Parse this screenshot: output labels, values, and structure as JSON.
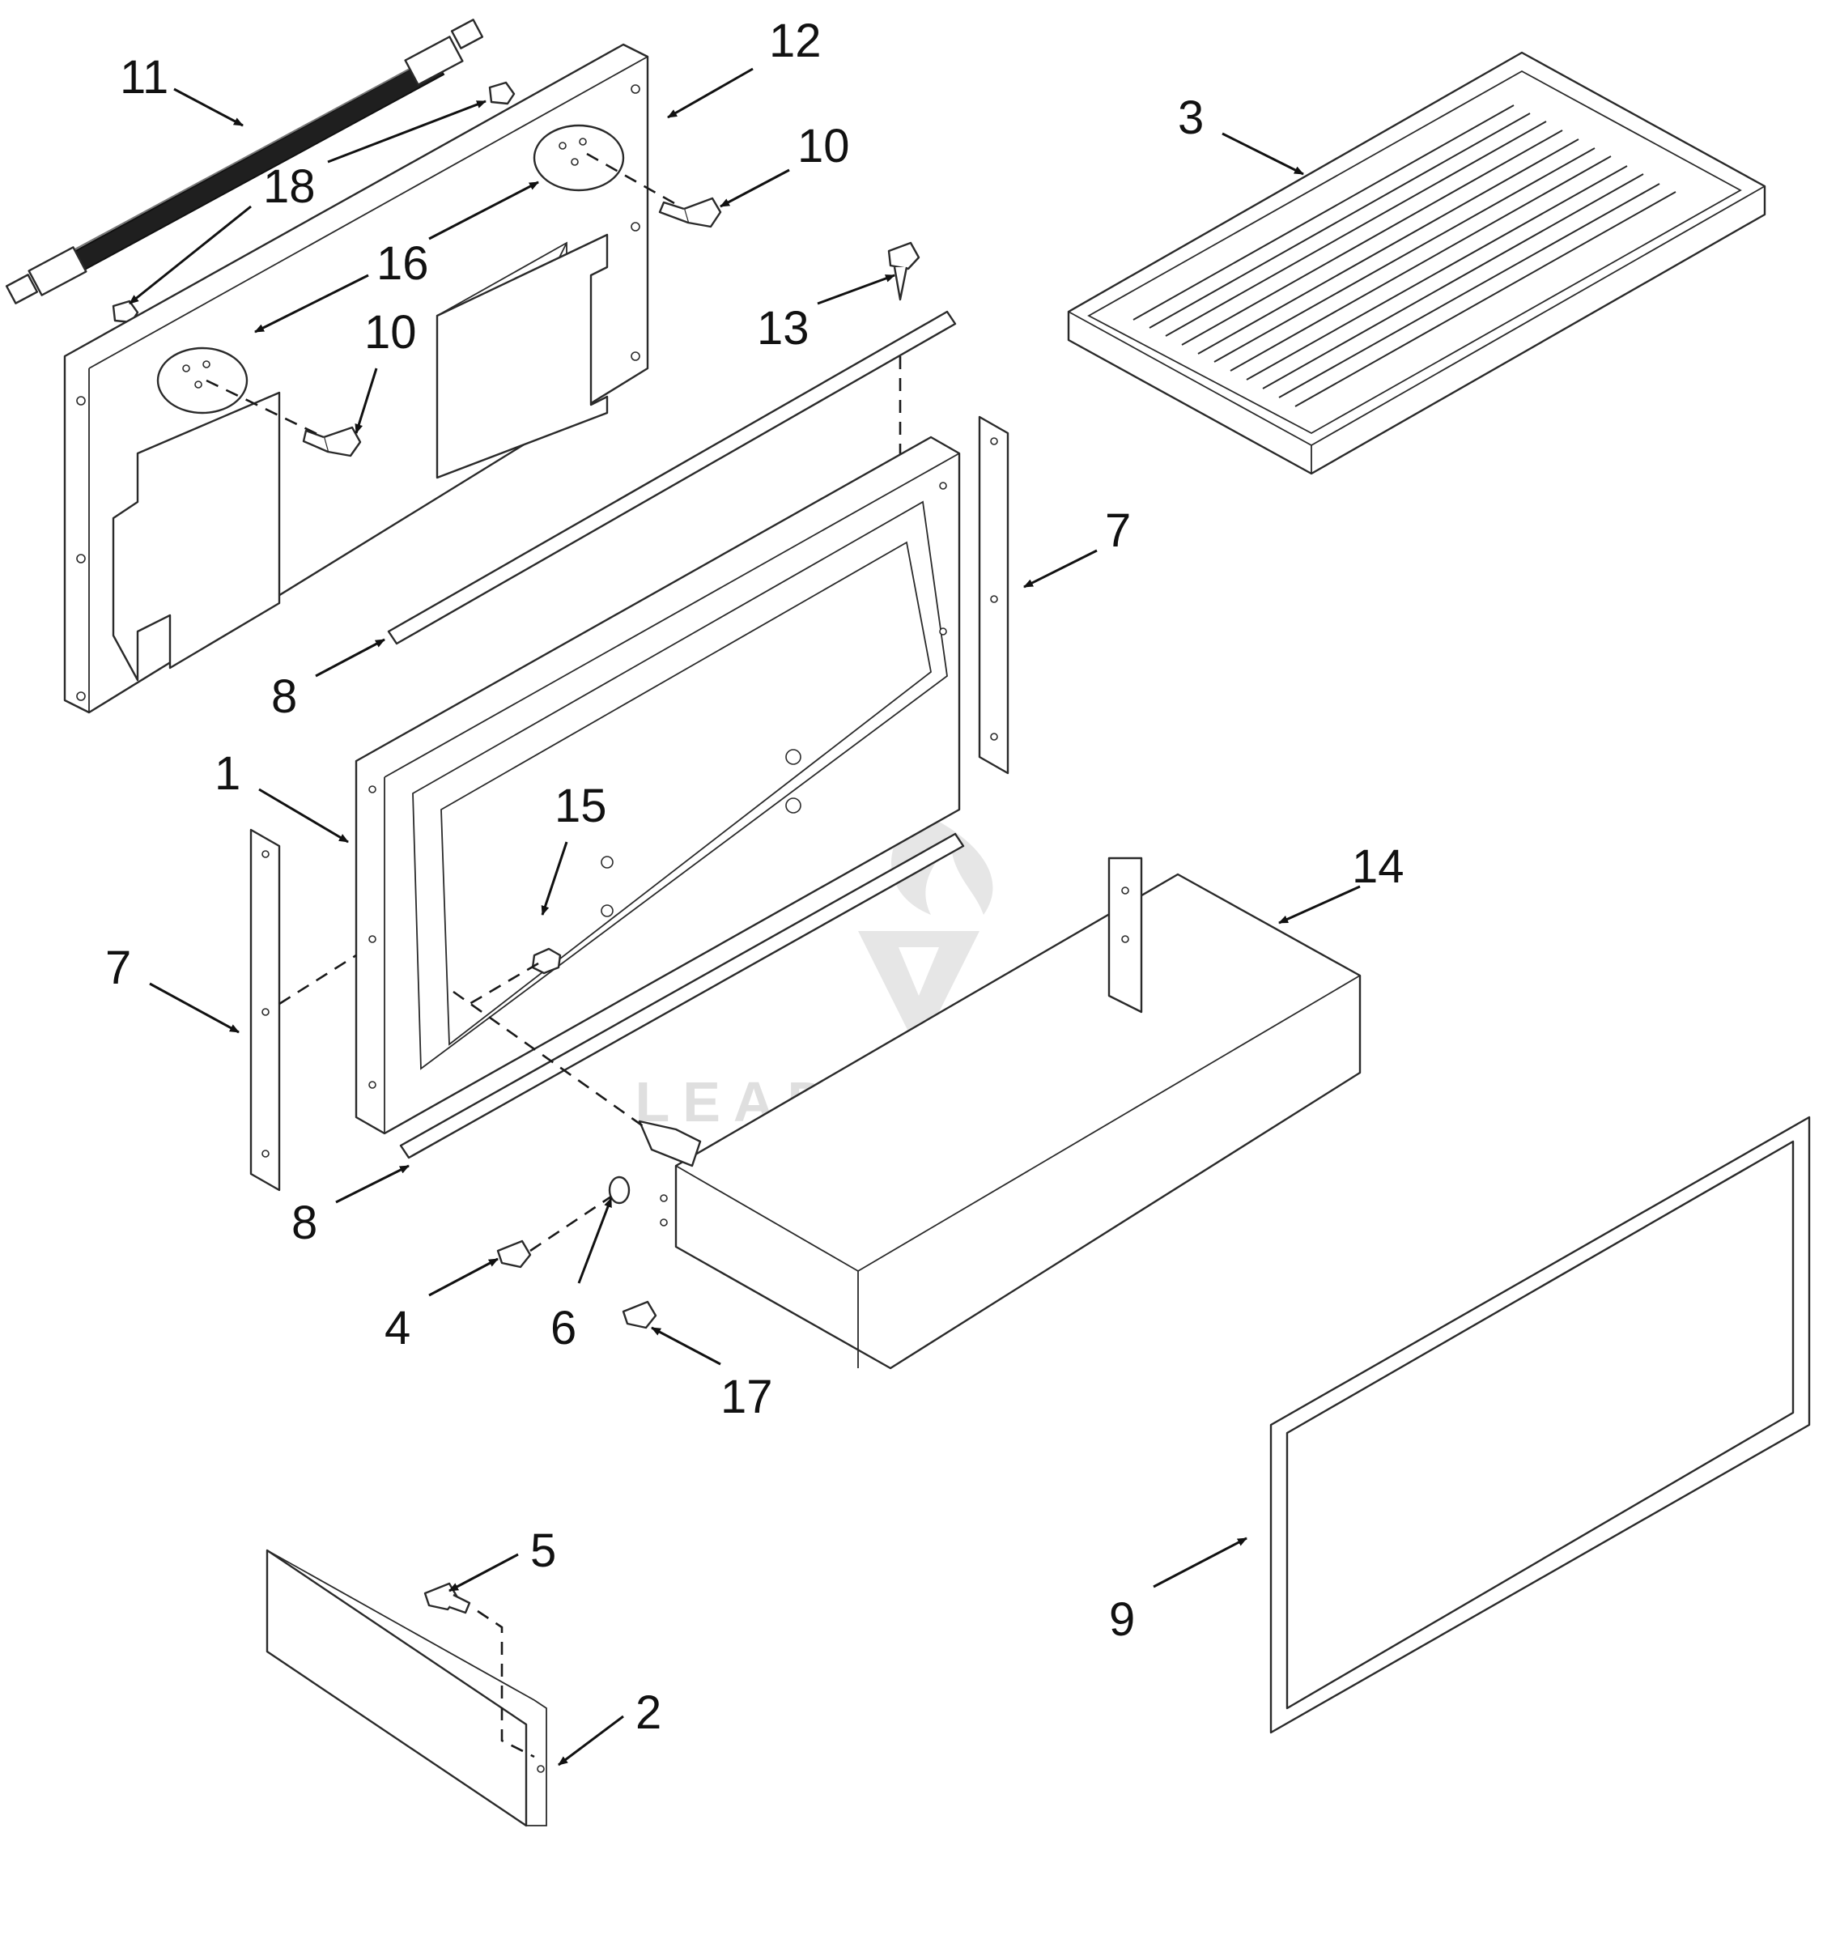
{
  "diagram": {
    "callouts": [
      {
        "id": "c11",
        "label": "11"
      },
      {
        "id": "c12",
        "label": "12"
      },
      {
        "id": "c3",
        "label": "3"
      },
      {
        "id": "c10a",
        "label": "10"
      },
      {
        "id": "c18",
        "label": "18"
      },
      {
        "id": "c16",
        "label": "16"
      },
      {
        "id": "c13",
        "label": "13"
      },
      {
        "id": "c10b",
        "label": "10"
      },
      {
        "id": "c7a",
        "label": "7"
      },
      {
        "id": "c8a",
        "label": "8"
      },
      {
        "id": "c1",
        "label": "1"
      },
      {
        "id": "c15",
        "label": "15"
      },
      {
        "id": "c14",
        "label": "14"
      },
      {
        "id": "c7b",
        "label": "7"
      },
      {
        "id": "c8b",
        "label": "8"
      },
      {
        "id": "c4",
        "label": "4"
      },
      {
        "id": "c6",
        "label": "6"
      },
      {
        "id": "c17",
        "label": "17"
      },
      {
        "id": "c5",
        "label": "5"
      },
      {
        "id": "c9",
        "label": "9"
      },
      {
        "id": "c2",
        "label": "2"
      }
    ],
    "watermark": {
      "text": "LEADVENTURE"
    }
  }
}
